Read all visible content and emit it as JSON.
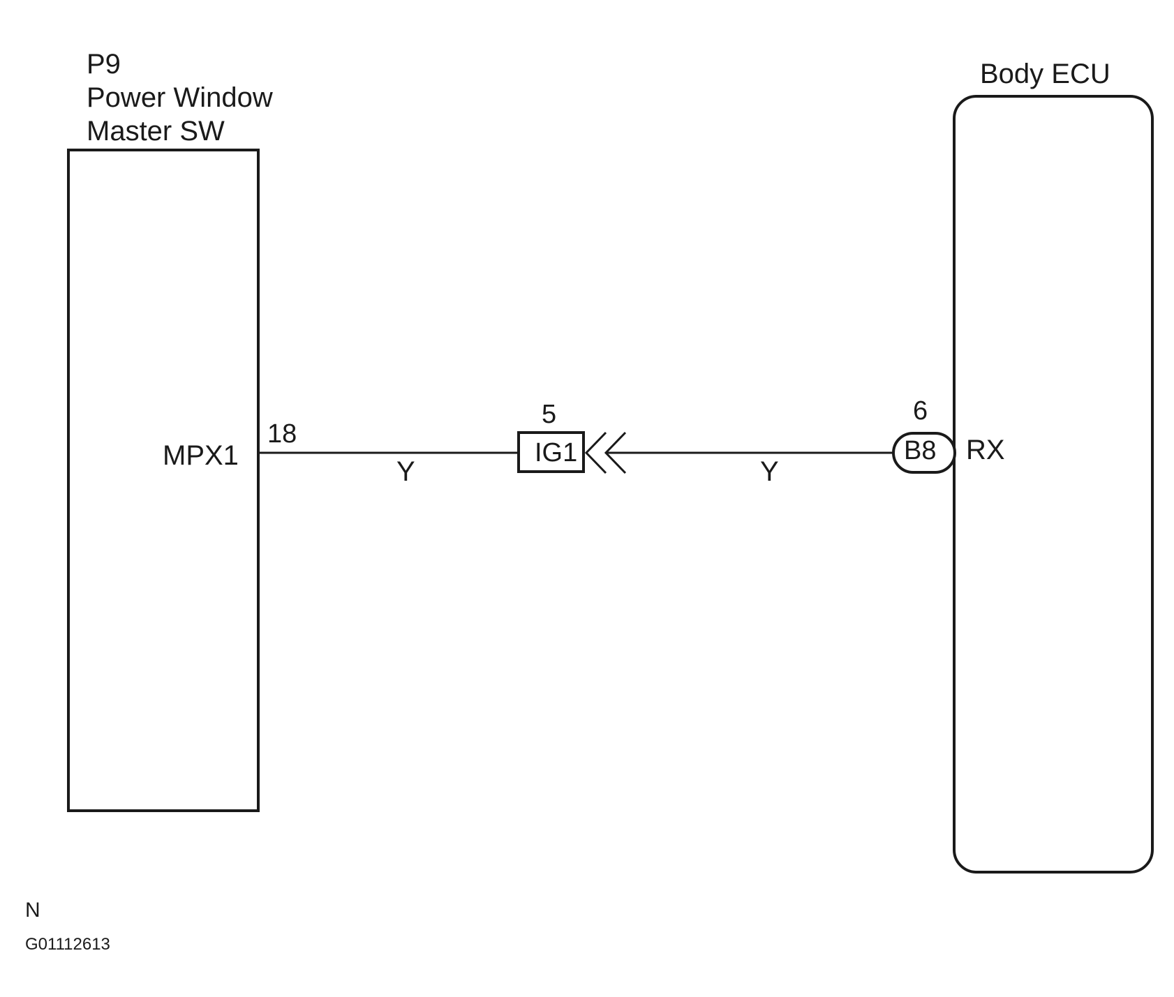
{
  "components": {
    "power_window_master_switch": {
      "code": "P9",
      "name_line1": "Power Window",
      "name_line2": "Master SW",
      "terminal_name": "MPX1",
      "pin": "18"
    },
    "body_ecu": {
      "name": "Body ECU",
      "terminal_name": "RX",
      "connector": "B8",
      "pin": "6"
    },
    "junction_connector": {
      "connector": "IG1",
      "pin": "5"
    }
  },
  "wires": {
    "left_segment_color": "Y",
    "right_segment_color": "Y"
  },
  "footer": {
    "note": "N",
    "figure_id": "G01112613"
  },
  "colors": {
    "line": "#1a1a1a",
    "background": "#ffffff"
  }
}
